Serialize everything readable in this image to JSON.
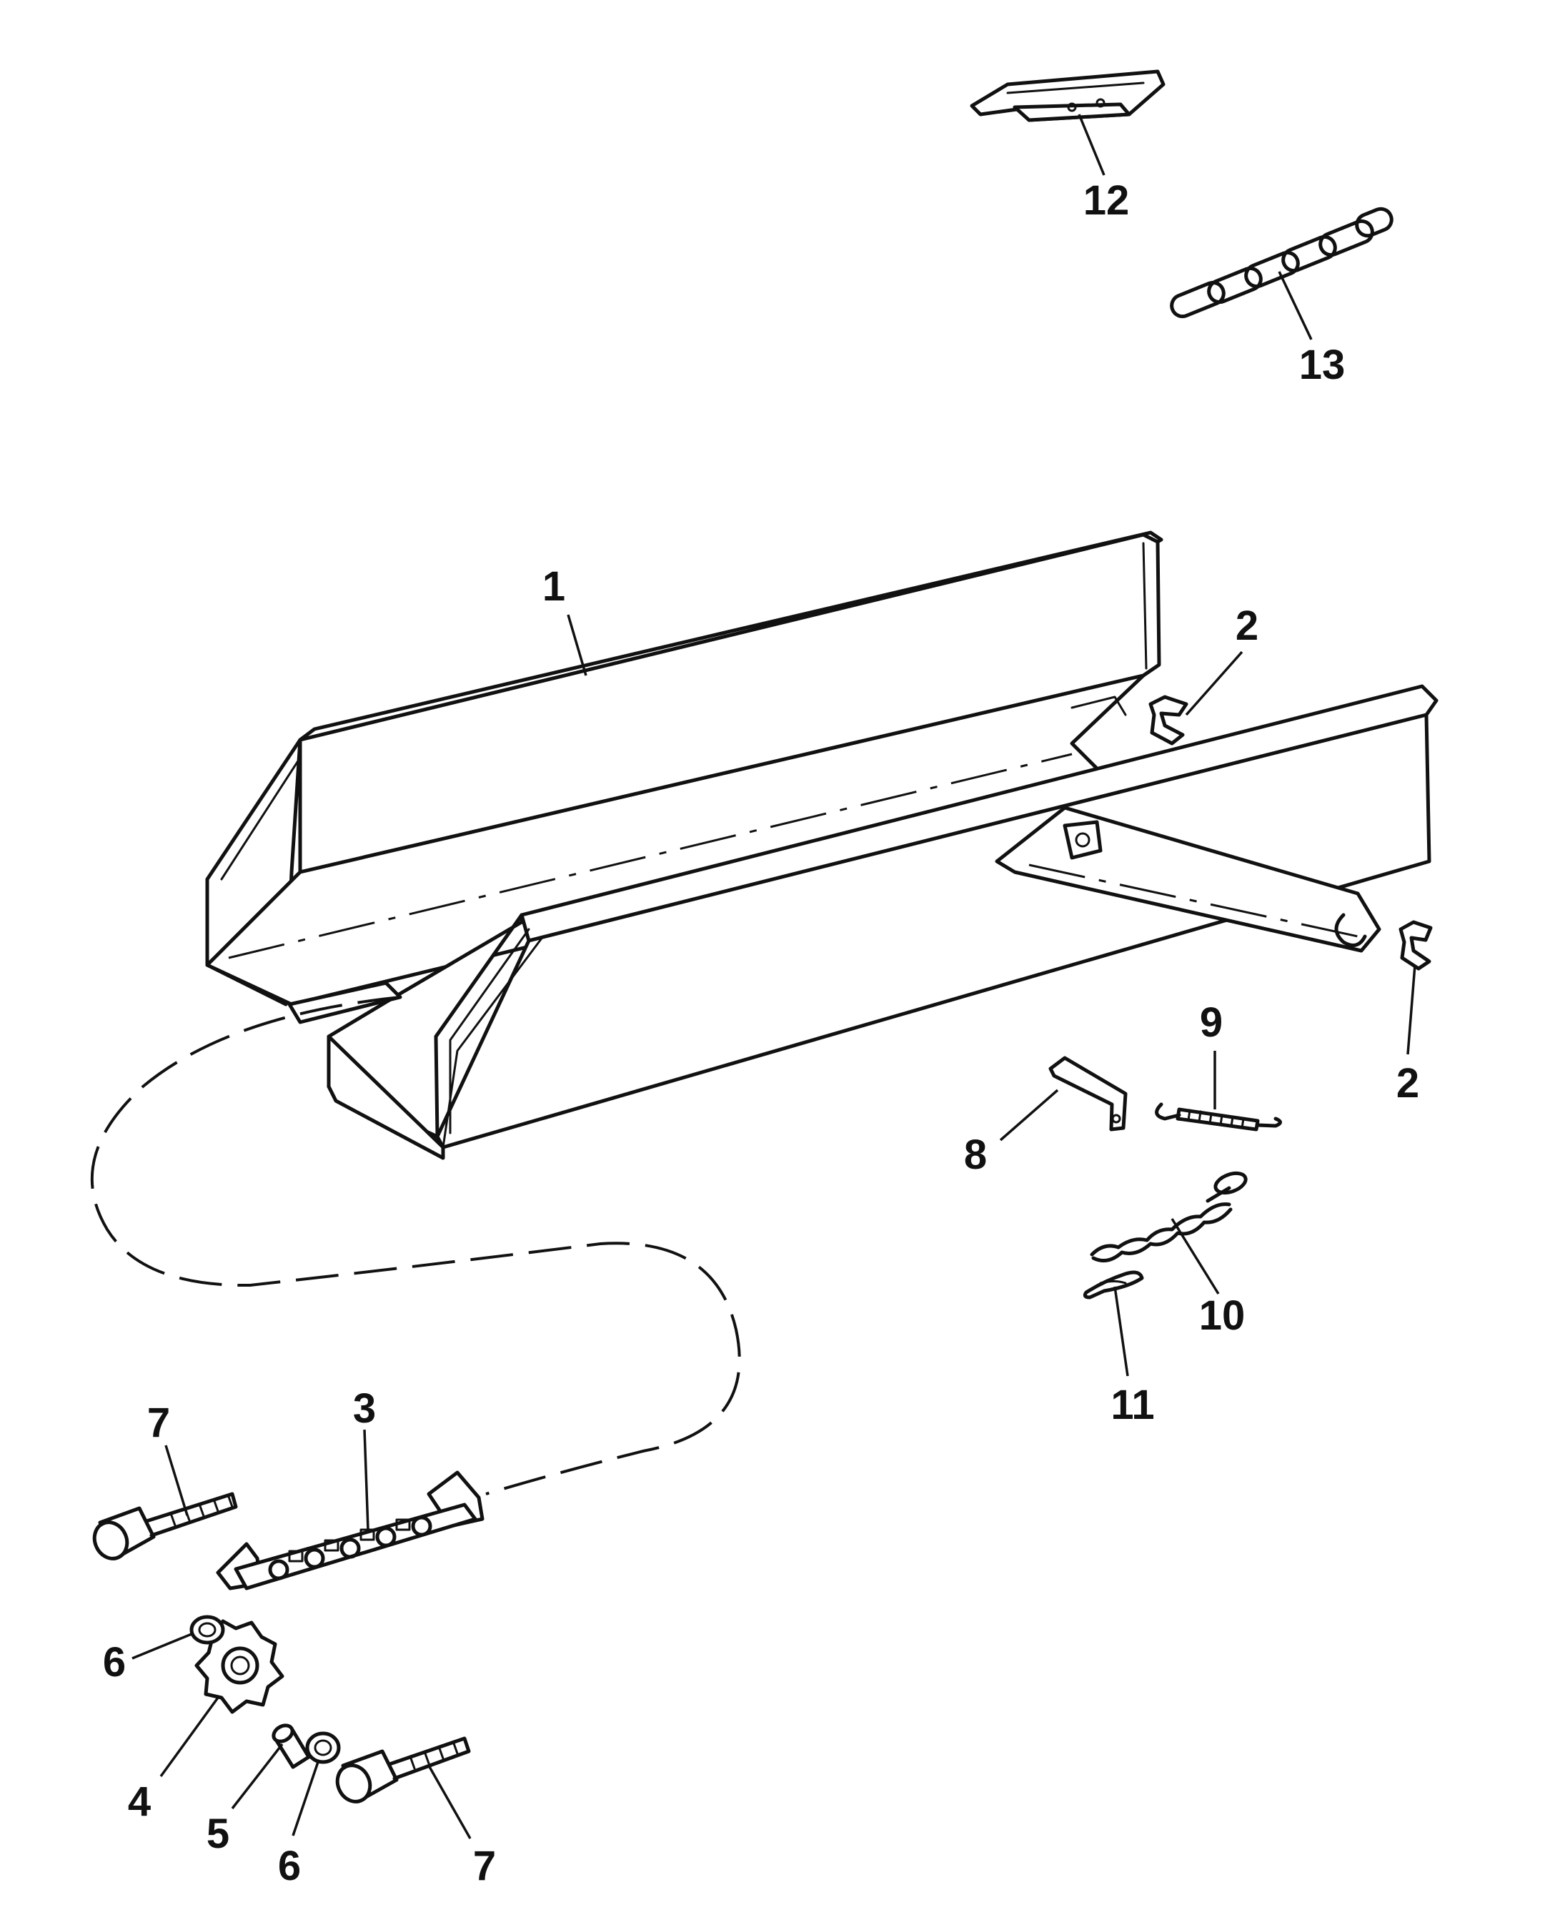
{
  "parts": [
    {
      "id": "1",
      "label": "1",
      "name": "chute"
    },
    {
      "id": "2",
      "label": "2",
      "name": "clip"
    },
    {
      "id": "3",
      "label": "3",
      "name": "chain-conveyor"
    },
    {
      "id": "4",
      "label": "4",
      "name": "sprocket"
    },
    {
      "id": "5",
      "label": "5",
      "name": "bushing"
    },
    {
      "id": "6",
      "label": "6",
      "name": "washer"
    },
    {
      "id": "7",
      "label": "7",
      "name": "bolt"
    },
    {
      "id": "8",
      "label": "8",
      "name": "bracket"
    },
    {
      "id": "9",
      "label": "9",
      "name": "spring"
    },
    {
      "id": "10",
      "label": "10",
      "name": "chain-small"
    },
    {
      "id": "11",
      "label": "11",
      "name": "pin-clip"
    },
    {
      "id": "12",
      "label": "12",
      "name": "plate"
    },
    {
      "id": "13",
      "label": "13",
      "name": "chain-link"
    }
  ]
}
